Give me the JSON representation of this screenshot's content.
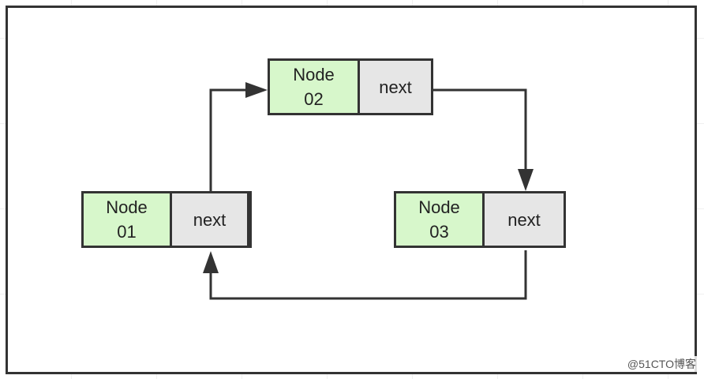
{
  "nodes": [
    {
      "id": "node-01",
      "name": "Node\n01",
      "next_label": "next"
    },
    {
      "id": "node-02",
      "name": "Node\n02",
      "next_label": "next"
    },
    {
      "id": "node-03",
      "name": "Node\n03",
      "next_label": "next"
    }
  ],
  "links": [
    {
      "from": "Node 01",
      "to": "Node 02"
    },
    {
      "from": "Node 02",
      "to": "Node 03"
    },
    {
      "from": "Node 03",
      "to": "Node 01"
    }
  ],
  "watermark": "@51CTO博客",
  "colors": {
    "node_fill": "#d7f7cb",
    "next_fill": "#e6e6e6",
    "stroke": "#333333"
  }
}
